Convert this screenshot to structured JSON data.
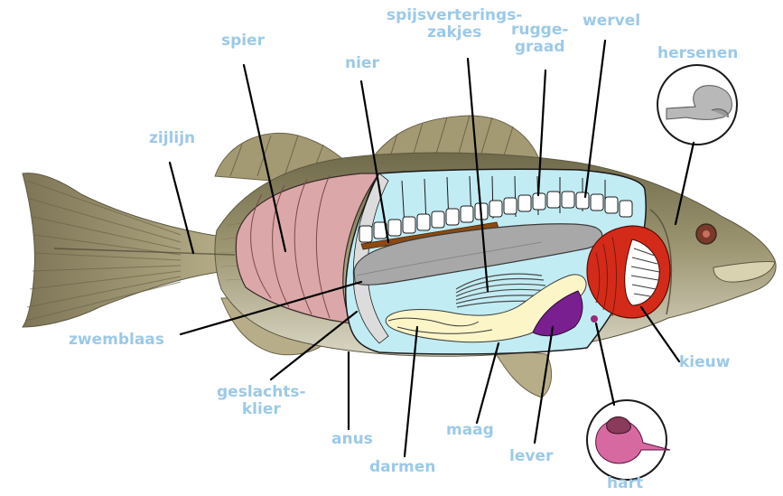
{
  "labels": {
    "spier": "spier",
    "nier": "nier",
    "spijs_line1": "spijsverterings-",
    "spijs_line2": "zakjes",
    "rugge_line1": "rugge-",
    "rugge_line2": "graad",
    "wervel": "wervel",
    "hersenen": "hersenen",
    "zijlijn": "zijlijn",
    "zwemblaas": "zwemblaas",
    "geslachts_line1": "geslachts-",
    "geslachts_line2": "klier",
    "anus": "anus",
    "darmen": "darmen",
    "maag": "maag",
    "lever": "lever",
    "kieuw": "kieuw",
    "hart": "hart"
  },
  "colors": {
    "label": "#9cc9e8",
    "pointer": "#000000",
    "fish_body": "#8a8360",
    "fish_fin": "#a89f7a",
    "muscle": "#d9a3a3",
    "body_cavity": "#bfeaf2",
    "swim_bladder": "#a9a9a9",
    "kidney": "#8b4a12",
    "vertebrae": "#ffffff",
    "stomach": "#fbf5c8",
    "liver": "#7a1f8f",
    "gill": "#d42a1a",
    "heart": "#c8508a",
    "brain": "#b8b8b8"
  }
}
